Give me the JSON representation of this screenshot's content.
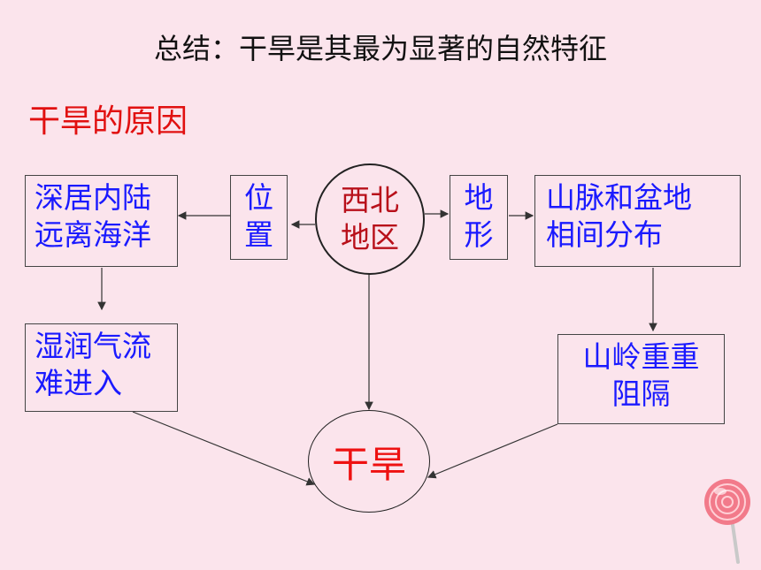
{
  "title": "总结：干旱是其最为显著的自然特征",
  "subtitle": "干旱的原因",
  "diagram": {
    "center": [
      "西北",
      "地区"
    ],
    "position": [
      "位",
      "置"
    ],
    "terrain": [
      "地",
      "形"
    ],
    "inland": [
      "深居内陆",
      "远离海洋"
    ],
    "moist_air": [
      "湿润气流",
      "难进入"
    ],
    "mountains_basins": [
      "山脉和盆地",
      "相间分布"
    ],
    "mountain_barrier": [
      "山岭重重",
      "阻隔"
    ],
    "drought": "干旱"
  },
  "colors": {
    "background": "#fbe4ec",
    "box_text": "#1a1aff",
    "center_text": "#b8101a",
    "drought_text": "#ee1111",
    "subtitle_text": "#e11010"
  },
  "decor": {
    "lollipop": "lollipop-icon"
  }
}
